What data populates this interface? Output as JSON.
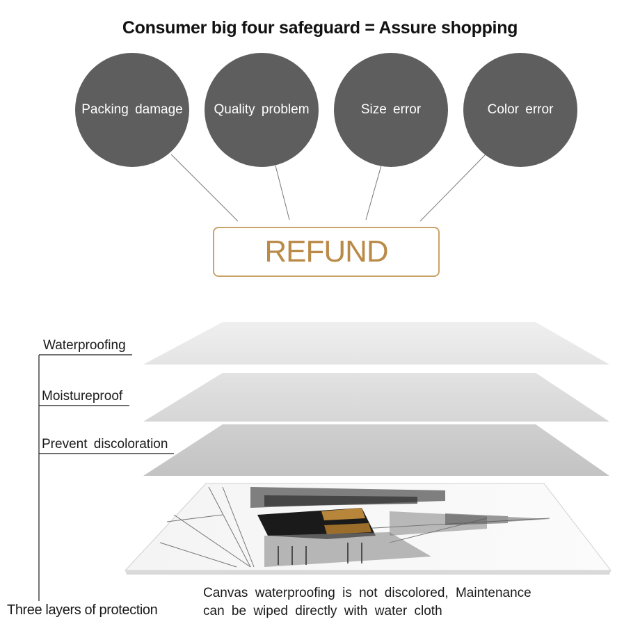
{
  "header": {
    "title": "Consumer big four safeguard = Assure shopping"
  },
  "safeguards": [
    {
      "label": "Packing damage"
    },
    {
      "label": "Quality problem"
    },
    {
      "label": "Size error"
    },
    {
      "label": "Color error"
    }
  ],
  "refund": {
    "label": "REFUND",
    "color": "#b98a48"
  },
  "protection": {
    "layers": [
      {
        "label": "Waterproofing"
      },
      {
        "label": "Moistureproof"
      },
      {
        "label": "Prevent discoloration"
      }
    ],
    "summary": "Three layers of protection",
    "caption_line1": "Canvas waterproofing is not discolored, Maintenance",
    "caption_line2": "can be wiped directly with water cloth"
  },
  "colors": {
    "circle": "#5e5e5e",
    "refund_border": "#c9a46a"
  }
}
